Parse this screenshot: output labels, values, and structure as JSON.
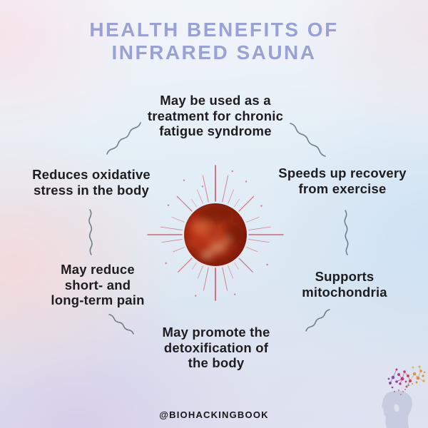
{
  "title": {
    "line1": "HEALTH BENEFITS OF",
    "line2": "INFRARED SAUNA"
  },
  "benefits": [
    {
      "position": "top",
      "text": "May be used as a\ntreatment for chronic\nfatigue syndrome"
    },
    {
      "position": "upper-left",
      "text": "Reduces oxidative\nstress in the body"
    },
    {
      "position": "upper-right",
      "text": "Speeds up recovery\nfrom exercise"
    },
    {
      "position": "lower-left",
      "text": "May reduce\nshort- and\nlong-term pain"
    },
    {
      "position": "lower-right",
      "text": "Supports\nmitochondria"
    },
    {
      "position": "bottom",
      "text": "May promote the\ndetoxification of\nthe body"
    }
  ],
  "footer": {
    "handle": "@BIOHACKINGBOOK"
  },
  "graphics": {
    "center_icon": "red-sun-sphere-with-rays",
    "connector_style": "wavy-squiggle-line",
    "logo": "head-profile-with-neural-network-dots"
  },
  "colors": {
    "title": "#99a1d6",
    "body_text": "#1d1d20",
    "sun_core": "#a62711",
    "sun_rays": "#c5495a",
    "squiggle": "#5d6b75",
    "logo_head": "#b4b9d3"
  }
}
